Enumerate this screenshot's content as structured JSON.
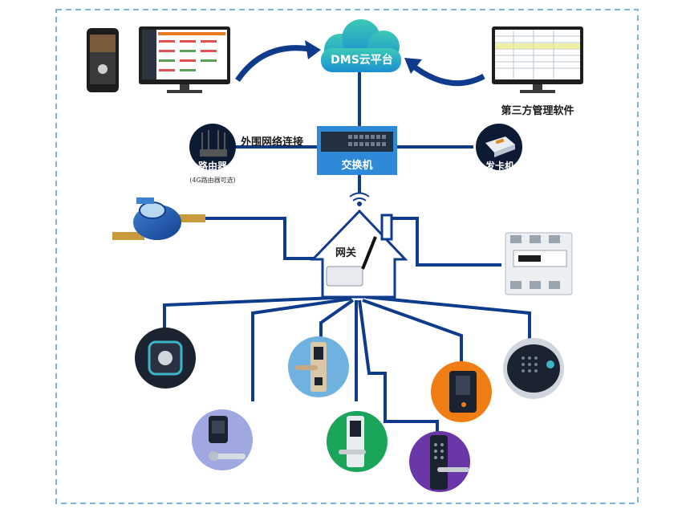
{
  "cloud": {
    "label": "DMS云平台"
  },
  "third_party": {
    "label": "第三方管理软件"
  },
  "switch": {
    "label": "交换机"
  },
  "wan_link": {
    "label": "外围网络连接"
  },
  "router": {
    "label": "路由器",
    "note": "(4G路由器可选)"
  },
  "card_issuer": {
    "label": "发卡机"
  },
  "gateway": {
    "label": "网关"
  },
  "colors": {
    "line": "#0f3b8c",
    "frame_dash": "#7fb3d8",
    "switch_box": "#2e8ad8",
    "cloud_top": "#36c2b8",
    "cloud_bottom": "#1a8fd0",
    "dark_circle": "#0d1a33",
    "circle_black": "#1c2330",
    "circle_blue": "#6fb2e0",
    "circle_orange": "#f07d14",
    "circle_lavender": "#9fa8e0",
    "circle_green": "#1aa55a",
    "circle_purple": "#6a37a8",
    "circle_gray": "#cfd6de"
  }
}
